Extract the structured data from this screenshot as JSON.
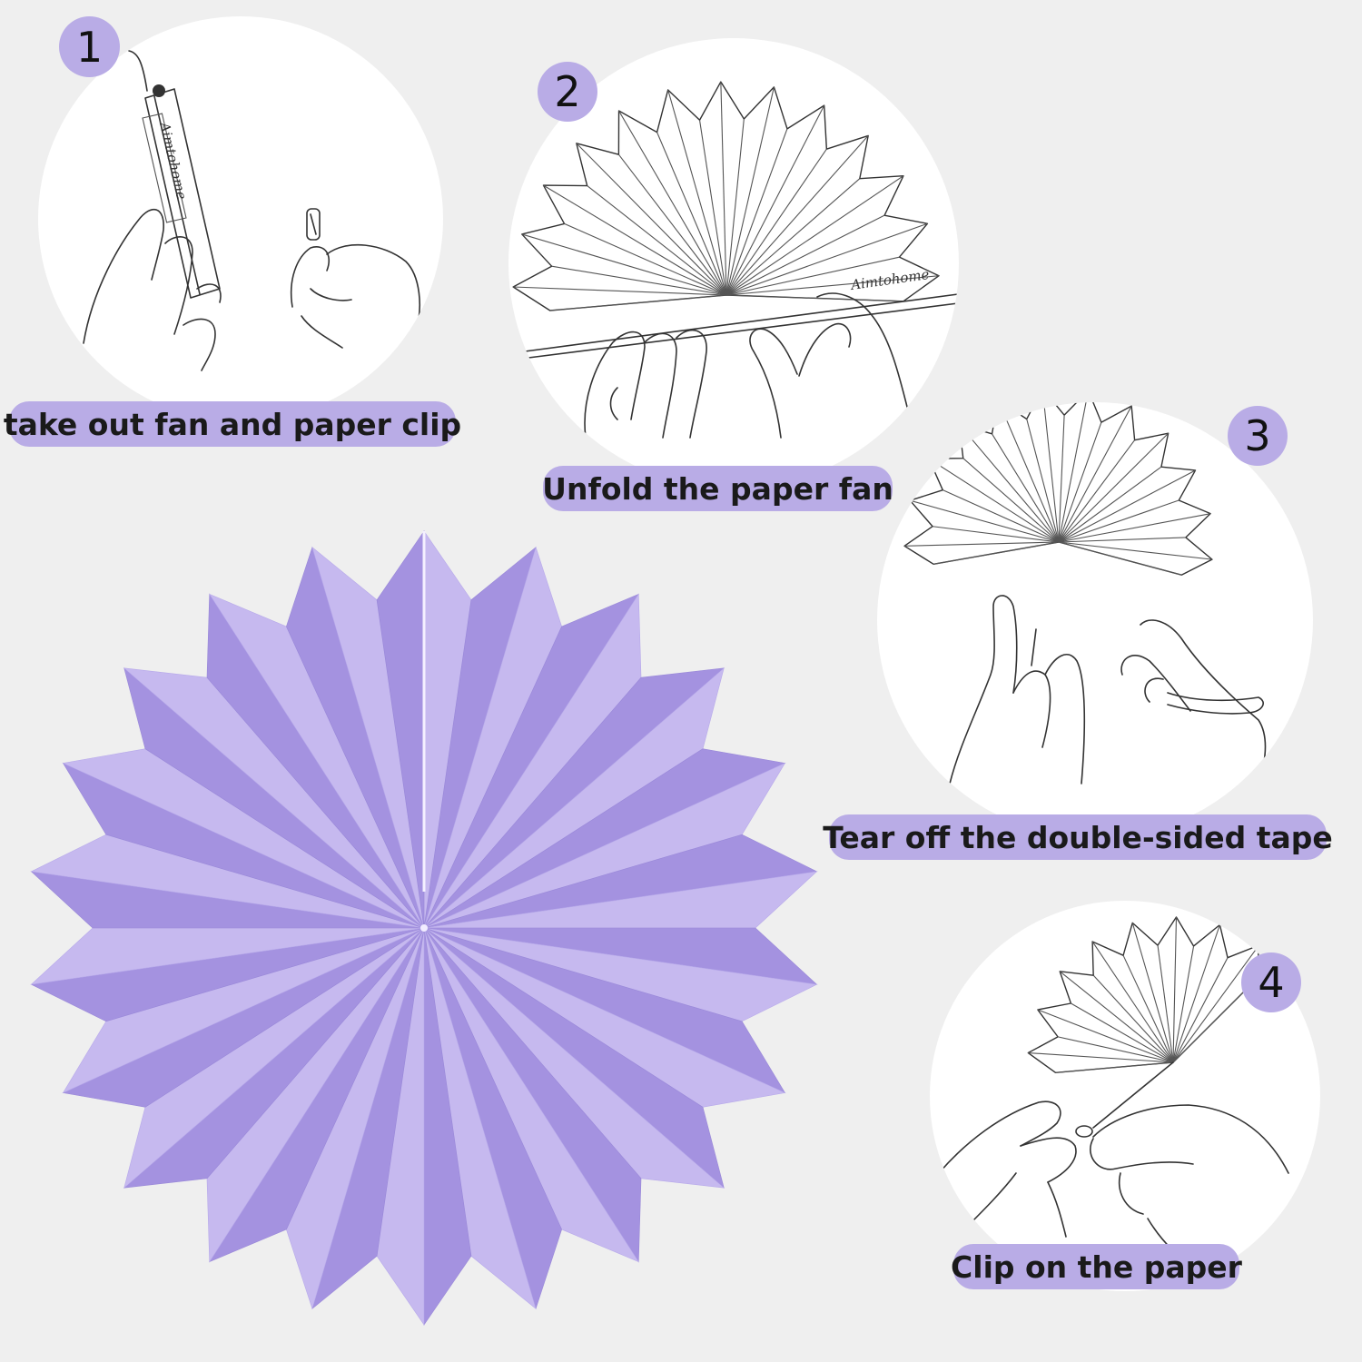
{
  "theme": {
    "accent": "#b9ace6",
    "fan_light": "#c6b9ef",
    "fan_dark": "#a492e0",
    "background": "#efefef"
  },
  "steps": [
    {
      "number": "1",
      "caption": "take out fan and paper clip",
      "brand": "Aimtohome"
    },
    {
      "number": "2",
      "caption": "Unfold the paper fan",
      "brand": "Aimtohome"
    },
    {
      "number": "3",
      "caption": "Tear off the double-sided tape"
    },
    {
      "number": "4",
      "caption": "Clip on the paper"
    }
  ],
  "product": {
    "image": "lavender-paper-fan",
    "color": "#b9ace6"
  }
}
